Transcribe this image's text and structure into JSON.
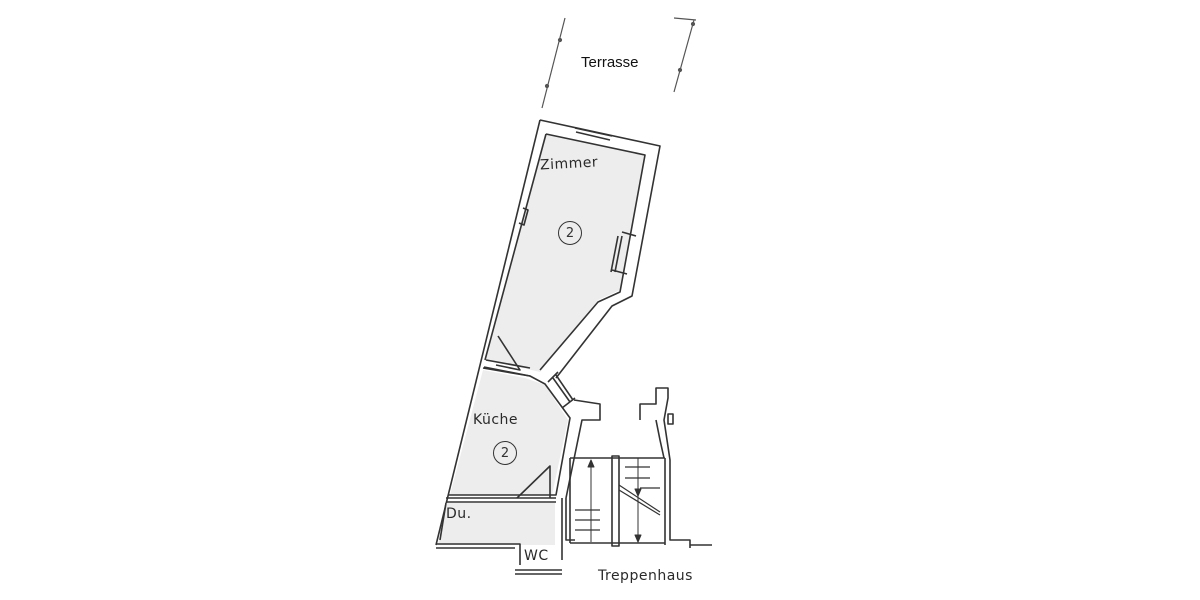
{
  "plan": {
    "type": "floor-plan",
    "rooms": [
      {
        "id": "terrasse",
        "label": "Terrasse"
      },
      {
        "id": "zimmer",
        "label": "Zimmer",
        "number": "2"
      },
      {
        "id": "kueche",
        "label": "Küche",
        "number": "2"
      },
      {
        "id": "dusche",
        "label": "Du."
      },
      {
        "id": "wc",
        "label": "WC"
      },
      {
        "id": "treppenhaus",
        "label": "Treppenhaus"
      }
    ],
    "colors": {
      "wall": "#333333",
      "floor_fill": "#ededed",
      "background": "#ffffff"
    }
  }
}
